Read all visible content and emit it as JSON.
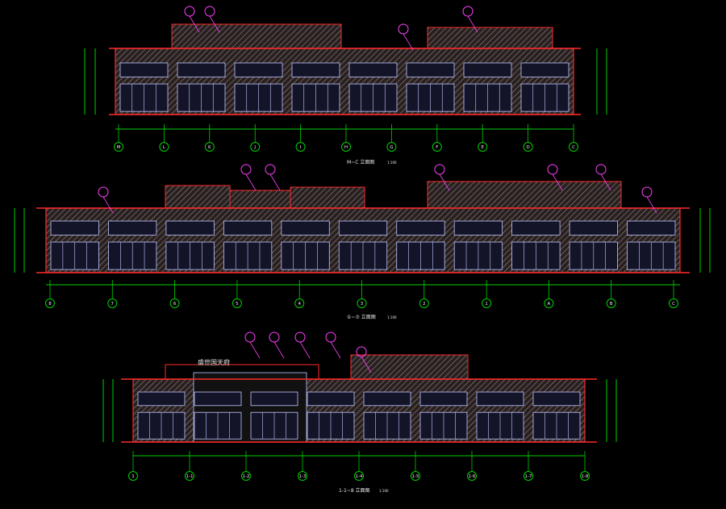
{
  "drawing": {
    "elevations": [
      {
        "id": "top",
        "title": "M~C 立面图",
        "scale": "1:100",
        "axis_labels": [
          "M",
          "L",
          "K",
          "J",
          "I",
          "H",
          "G",
          "F",
          "E",
          "D",
          "C"
        ]
      },
      {
        "id": "middle",
        "title": "①~⑦ 立面图",
        "scale": "1:100",
        "axis_labels": [
          "8",
          "7",
          "6",
          "5",
          "4",
          "3",
          "2",
          "1",
          "A",
          "B",
          "C"
        ]
      },
      {
        "id": "bottom",
        "title": "1-1~8 立面图",
        "scale": "1:100",
        "axis_labels": [
          "1",
          "1-1",
          "1-2",
          "1-3",
          "1-4",
          "1-5",
          "1-6",
          "1-7",
          "1-8"
        ]
      }
    ],
    "signage": "盛世国天府",
    "colors": {
      "background": "#000000",
      "wall_outline": "#ff2a2a",
      "hatch": "#9a9a9a",
      "glass": "#bfc8ff",
      "dimension": "#00d000",
      "axis_circle": "#00d000",
      "leader": "#ff40ff",
      "text": "#e8e8e8"
    }
  }
}
